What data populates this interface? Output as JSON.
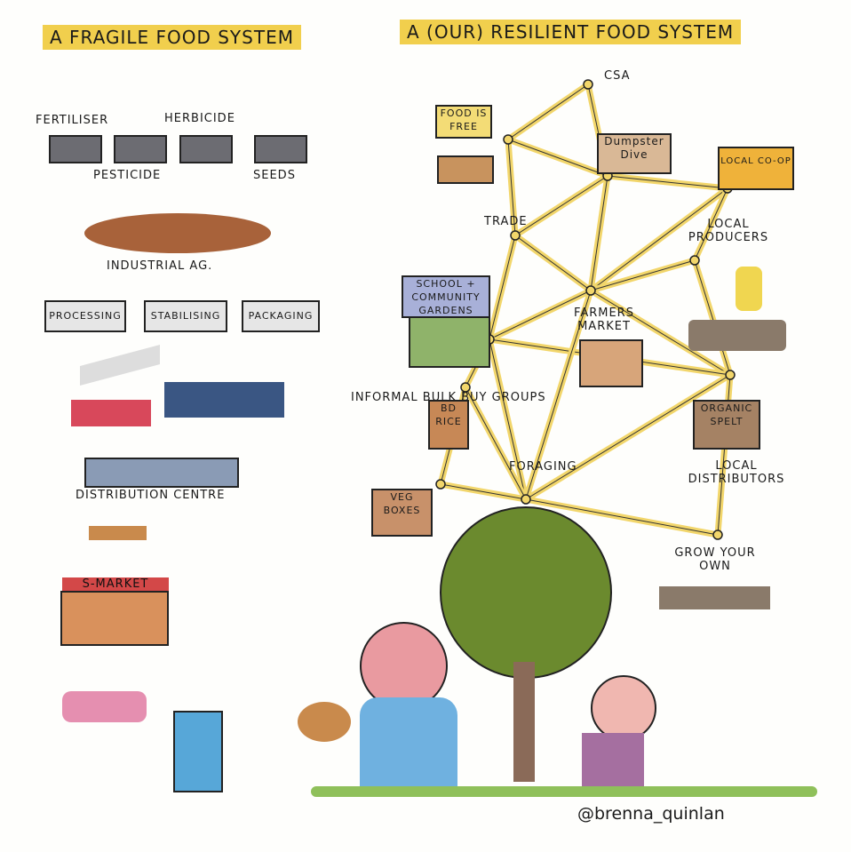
{
  "titles": {
    "fragile": "A FRAGILE FOOD SYSTEM",
    "resilient": "A (OUR) RESILIENT FOOD SYSTEM"
  },
  "fragile": {
    "inputs": [
      "FERTILISER",
      "HERBICIDE",
      "PESTICIDE",
      "SEEDS"
    ],
    "ag": "INDUSTRIAL AG.",
    "process": [
      "PROCESSING",
      "STABILISING",
      "PACKAGING"
    ],
    "distribution": "DISTRIBUTION CENTRE",
    "market": "S-MARKET"
  },
  "resilient": {
    "csa": "CSA",
    "food_is_free": "FOOD IS FREE",
    "dumpster": "Dumpster Dive",
    "coop": "LOCAL CO-OP",
    "trade": "TRADE",
    "producers": "LOCAL PRODUCERS",
    "gardens": "SCHOOL + COMMUNITY GARDENS",
    "farmers": "FARMERS MARKET",
    "bulk": "INFORMAL BULK BUY GROUPS",
    "rice": "BD RICE",
    "spelt": "ORGANIC SPELT",
    "foraging": "FORAGING",
    "distributors": "LOCAL DISTRIBUTORS",
    "veg": "VEG BOXES",
    "grow": "GROW YOUR OWN"
  },
  "credit": "@brenna_quinlan",
  "colors": {
    "highlight": "#f1cf4d",
    "network": "#f2d66b",
    "tree": "#6b8a2e",
    "factory": "#6c6c72"
  }
}
